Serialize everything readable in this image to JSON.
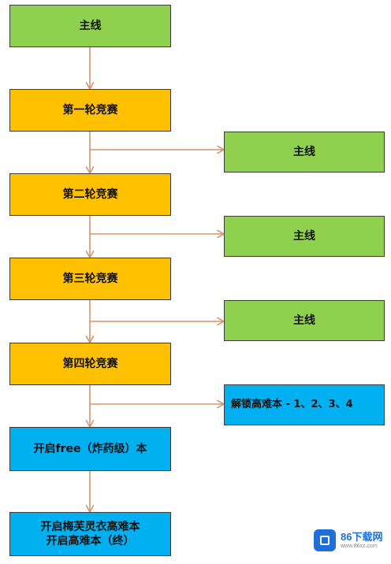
{
  "colors": {
    "main_node": "#8fd14f",
    "round_node": "#ffc000",
    "unlock_node": "#00b0f0",
    "connector": "#d4956a"
  },
  "flow": {
    "main": "主线",
    "round1": "第一轮竞赛",
    "round2": "第二轮竞赛",
    "round3": "第三轮竞赛",
    "round4": "第四轮竞赛",
    "free": "开启free（炸药级）本",
    "final": "开启梅芙灵衣高难本\n开启高难本（终）"
  },
  "branches": {
    "after_round1": "主线",
    "after_round2": "主线",
    "after_round3": "主线",
    "after_round4": "解锁高难本 - 1、2、3、4"
  },
  "watermark": {
    "title": "86下载网",
    "subtitle": "www.86xz.com"
  }
}
